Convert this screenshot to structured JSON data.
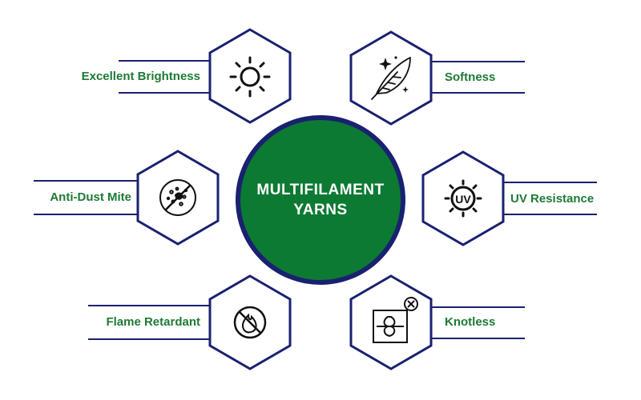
{
  "center": {
    "line1": "MULTIFILAMENT",
    "line2": "YARNS"
  },
  "features": [
    {
      "label": "Excellent Brightness",
      "icon": "sun-icon"
    },
    {
      "label": "Softness",
      "icon": "feather-icon"
    },
    {
      "label": "Anti-Dust Mite",
      "icon": "no-dust-mite-icon"
    },
    {
      "label": "UV Resistance",
      "icon": "uv-sun-icon"
    },
    {
      "label": "Flame Retardant",
      "icon": "no-flame-icon"
    },
    {
      "label": "Knotless",
      "icon": "knot-cancel-icon"
    }
  ],
  "colors": {
    "navy": "#1a2170",
    "green": "#0c7a33",
    "label_green": "#1f7a36"
  }
}
